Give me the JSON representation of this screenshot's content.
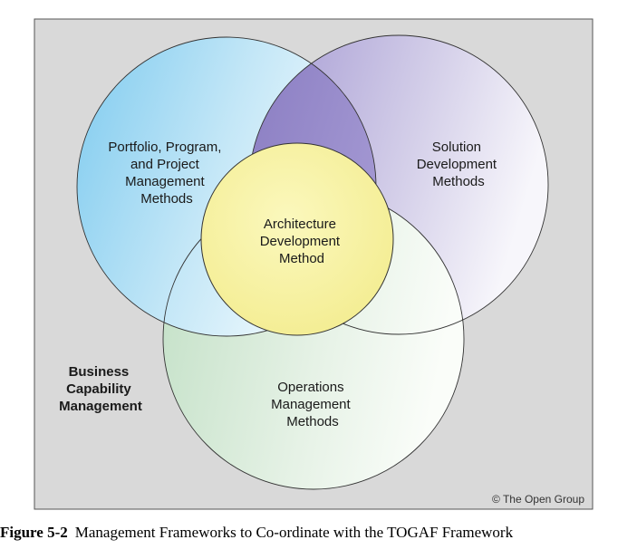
{
  "diagram": {
    "portfolio": [
      "Portfolio, Program,",
      "and Project",
      "Management",
      "Methods"
    ],
    "solution": [
      "Solution",
      "Development",
      "Methods"
    ],
    "operations": [
      "Operations",
      "Management",
      "Methods"
    ],
    "architecture": [
      "Architecture",
      "Development",
      "Method"
    ],
    "business": [
      "Business",
      "Capability",
      "Management"
    ],
    "copyright": "© The Open Group"
  },
  "caption": {
    "number": "Figure 5-2",
    "text": "Management Frameworks to Co-ordinate with the TOGAF Framework"
  },
  "colors": {
    "panel": "#d9d9d9",
    "portfolio": "#9ed8f2",
    "solution": "#b3a9d8",
    "operations": "#d6ead6",
    "overlap": "#9c8fc9",
    "architecture": "#f7f3a2"
  }
}
